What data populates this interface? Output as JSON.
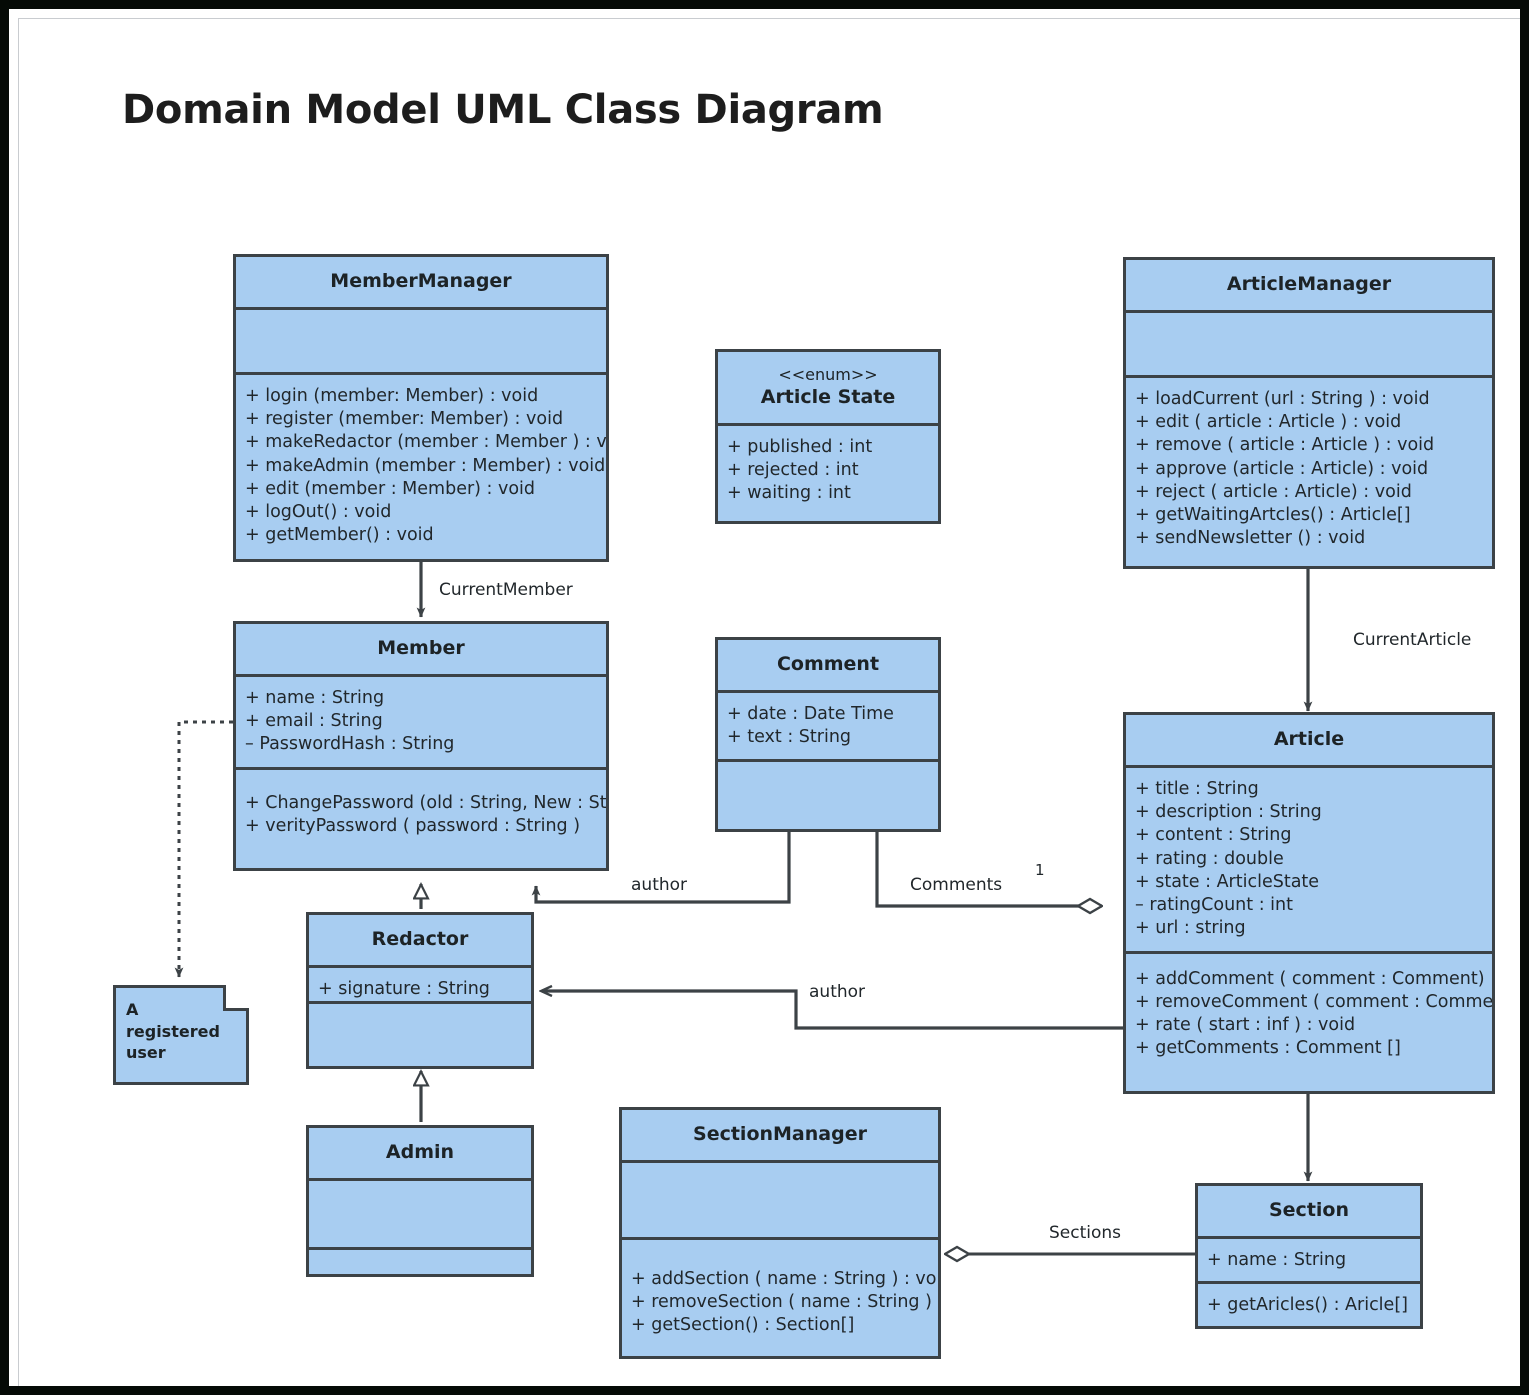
{
  "title": "Domain Model UML Class Diagram",
  "theme": {
    "class_fill": "#a8cdf1",
    "class_border": "#3c4246",
    "frame_border": "#050a06",
    "text": "#21272b",
    "canvas": "#ffffff"
  },
  "classes": {
    "member_manager": {
      "name": "MemberManager",
      "attributes": [],
      "operations": [
        "+  login (member: Member) : void",
        "+  register (member:  Member) : void",
        "+ makeRedactor (member : Member ) : void",
        "+ makeAdmin (member : Member) : void",
        "+ edit (member : Member) : void",
        "+ logOut() : void",
        "+ getMember() : void"
      ]
    },
    "article_state": {
      "stereotype": "<<enum>>",
      "name": "Article State",
      "attributes": [
        "+  published : int",
        "+  rejected : int",
        "+  waiting : int"
      ]
    },
    "article_manager": {
      "name": "ArticleManager",
      "attributes": [],
      "operations": [
        "+ loadCurrent (url : String ) : void",
        "+ edit ( article : Article ) : void",
        "+ remove ( article : Article ) : void",
        "+ approve (article : Article) : void",
        "+ reject ( article : Article) : void",
        "+ getWaitingArtcles() : Article[]",
        "+ sendNewsletter () : void"
      ]
    },
    "member": {
      "name": "Member",
      "attributes": [
        "+ name : String",
        "+  email : String",
        "–  PasswordHash : String"
      ],
      "operations": [
        "+  ChangePassword (old : String, New : String)",
        "+  verityPassword ( password : String )"
      ]
    },
    "comment": {
      "name": "Comment",
      "attributes": [
        "+  date : Date Time",
        "+  text : String"
      ],
      "operations": []
    },
    "article": {
      "name": "Article",
      "attributes": [
        "+ title : String",
        "+ description : String",
        "+ content : String",
        "+ rating : double",
        "+ state : ArticleState",
        "–   ratingCount : int",
        "+ url : string"
      ],
      "operations": [
        "+ addComment ( comment : Comment)",
        "+ removeComment ( comment : Comment )",
        "+ rate ( start : inf ) : void",
        "+ getComments : Comment []"
      ]
    },
    "redactor": {
      "name": "Redactor",
      "attributes": [
        "+ signature : String"
      ],
      "operations": []
    },
    "admin": {
      "name": "Admin",
      "attributes": [],
      "operations": []
    },
    "section_manager": {
      "name": "SectionManager",
      "attributes": [],
      "operations": [
        "+ addSection ( name : String ) : void",
        "+ removeSection ( name : String ) : void",
        "+ getSection() : Section[]"
      ]
    },
    "section": {
      "name": "Section",
      "attributes": [
        "+ name : String"
      ],
      "operations": [
        "+ getAricles() : Aricle[]"
      ]
    }
  },
  "note": {
    "text": "A registered user"
  },
  "edge_labels": {
    "current_member": "CurrentMember",
    "current_article": "CurrentArticle",
    "author_top": "author",
    "author_bottom": "author",
    "comments": "Comments",
    "comments_multiplicity": "1",
    "sections": "Sections"
  }
}
